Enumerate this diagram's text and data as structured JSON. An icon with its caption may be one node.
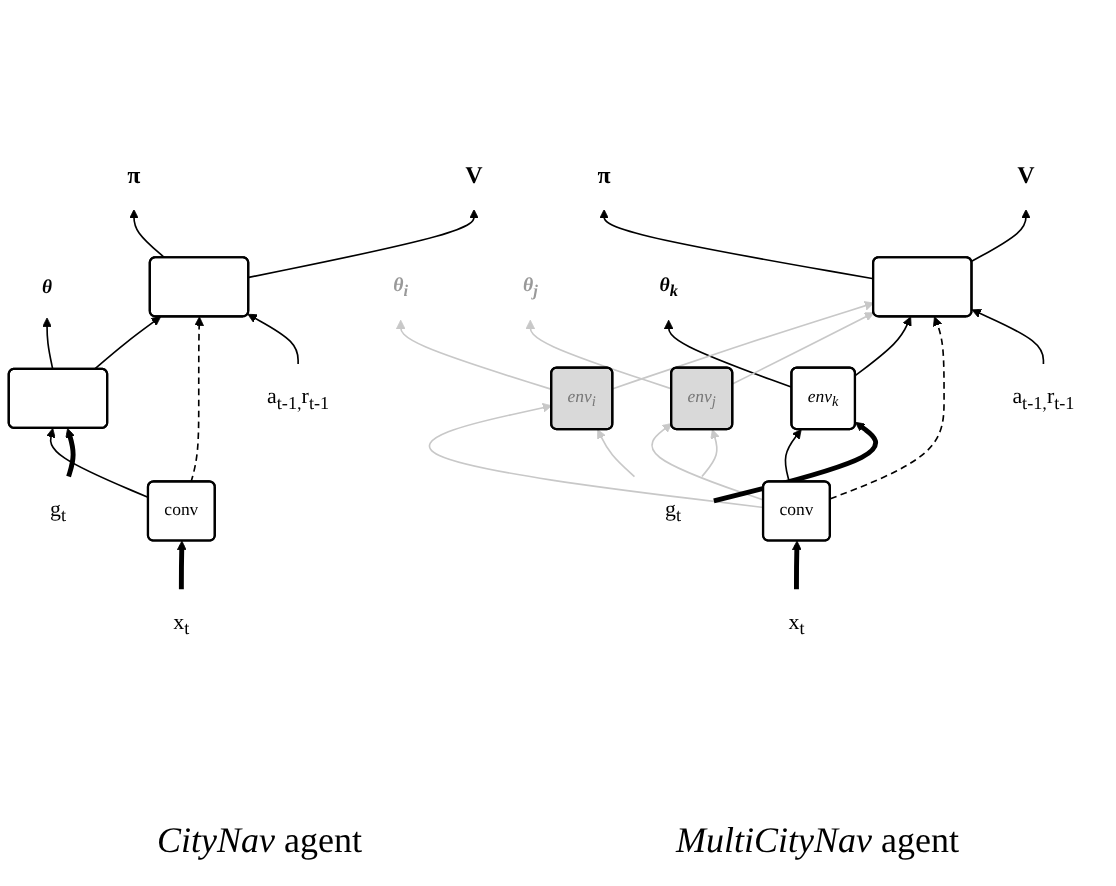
{
  "diagram": {
    "nodes": [
      {
        "text": [
          "π"
        ]
      },
      {
        "text": [
          "V"
        ]
      },
      {
        "text": [
          "θ"
        ]
      },
      {
        "text": [],
        "shape": "box"
      },
      {
        "text": [],
        "shape": "box"
      },
      {
        "text": [
          "conv"
        ]
      },
      {
        "text": [
          "g$_{t}$"
        ]
      },
      {
        "text": [
          "x$_{t}$"
        ]
      },
      {
        "text": [
          "a$_{t-1,}$r$_{t-1}$"
        ]
      },
      {
        "text": [
          "π"
        ]
      },
      {
        "text": [
          "V"
        ]
      },
      {
        "text": [
          "θ$_{i}$"
        ]
      },
      {
        "text": [
          "θ$_{j}$"
        ]
      },
      {
        "text": [
          "θ$_{k}$"
        ]
      },
      {
        "text": [],
        "shape": "box"
      },
      {
        "text": [
          "env$_{i}$"
        ]
      },
      {
        "text": [
          "env$_{j}$"
        ]
      },
      {
        "text": [
          "env$_{k}$"
        ]
      },
      {
        "text": [
          "conv"
        ]
      },
      {
        "text": [
          "g$_{t}$"
        ]
      },
      {
        "text": [
          "x$_{t}$"
        ]
      },
      {
        "text": [
          "a$_{t-1,}$r$_{t-1}$"
        ]
      }
    ],
    "edges": [
      {
        "from": 3,
        "to": 0,
        "arrow": "to"
      },
      {
        "from": 3,
        "to": 1,
        "arrow": "to"
      },
      {
        "from": 4,
        "to": 2,
        "arrow": "to"
      },
      {
        "from": 4,
        "to": 3,
        "arrow": "to"
      },
      {
        "from": 5,
        "to": 3,
        "arrow": "to",
        "style": "dashed"
      },
      {
        "from": 5,
        "to": 4,
        "arrow": "to"
      },
      {
        "from": 6,
        "to": 4,
        "arrow": "to",
        "style": "thick"
      },
      {
        "from": 7,
        "to": 5,
        "arrow": "to",
        "style": "thick"
      },
      {
        "from": 8,
        "to": 3,
        "arrow": "to"
      },
      {
        "from": 14,
        "to": 9,
        "arrow": "to"
      },
      {
        "from": 14,
        "to": 10,
        "arrow": "to"
      },
      {
        "from": 15,
        "to": 11,
        "arrow": "to",
        "color": "#c8c8c8"
      },
      {
        "from": 16,
        "to": 12,
        "arrow": "to",
        "color": "#c8c8c8"
      },
      {
        "from": 17,
        "to": 13,
        "arrow": "to"
      },
      {
        "from": 15,
        "to": 14,
        "arrow": "to",
        "color": "#c8c8c8"
      },
      {
        "from": 16,
        "to": 14,
        "arrow": "to",
        "color": "#c8c8c8"
      },
      {
        "from": 17,
        "to": 14,
        "arrow": "to"
      },
      {
        "from": 18,
        "to": 14,
        "arrow": "to",
        "style": "dashed"
      },
      {
        "from": 18,
        "to": 15,
        "arrow": "to",
        "color": "#c8c8c8"
      },
      {
        "from": 18,
        "to": 16,
        "arrow": "to",
        "color": "#c8c8c8"
      },
      {
        "from": 18,
        "to": 17,
        "arrow": "to"
      },
      {
        "from": 19,
        "to": 15,
        "arrow": "to",
        "color": "#c8c8c8"
      },
      {
        "from": 19,
        "to": 16,
        "arrow": "to",
        "color": "#c8c8c8"
      },
      {
        "from": 19,
        "to": 17,
        "arrow": "to",
        "style": "thick"
      },
      {
        "from": 20,
        "to": 18,
        "arrow": "to",
        "style": "thick"
      },
      {
        "from": 21,
        "to": 14,
        "arrow": "to"
      }
    ],
    "labels": [
      "*CityNav* agent",
      "*MultiCityNav* agent"
    ]
  }
}
